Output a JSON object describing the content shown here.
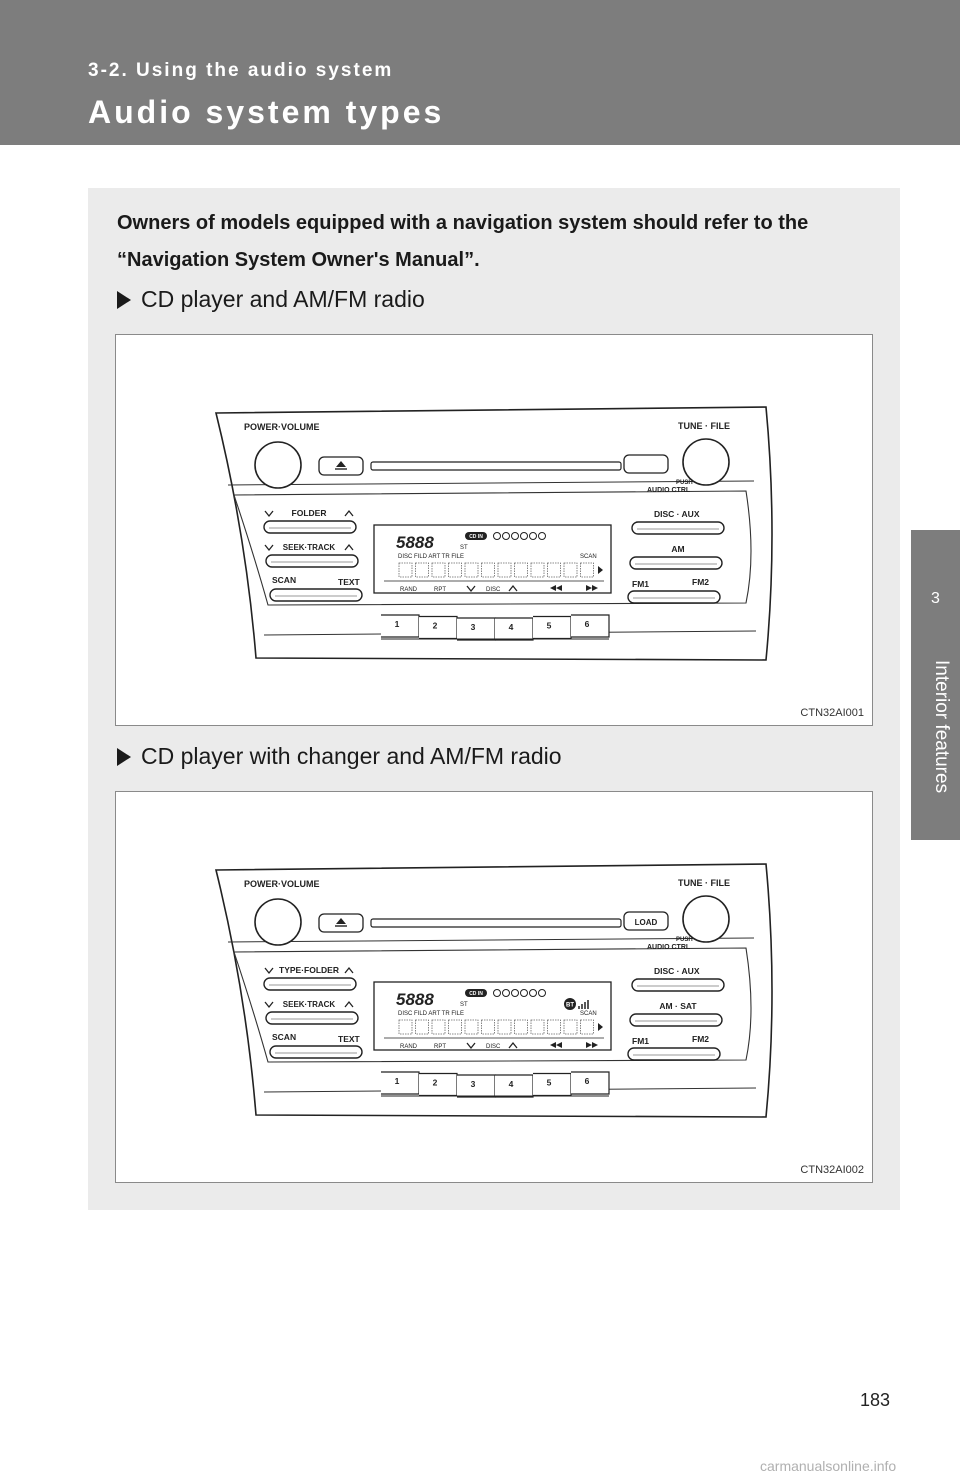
{
  "header": {
    "section_label": "3-2. Using the audio system",
    "page_title": "Audio system types"
  },
  "side_tab": {
    "number": "3",
    "label": "Interior features"
  },
  "intro": "Owners of models equipped with a navigation system should refer to the “Navigation System Owner's Manual”.",
  "items": [
    {
      "heading": "CD player and AM/FM radio",
      "figure_code": "CTN32AI001",
      "radio": {
        "power_volume": "POWER·VOLUME",
        "tune_file": "TUNE · FILE",
        "push_label": "PUSH",
        "audio_ctrl": "AUDIO CTRL",
        "slot_button": "",
        "folder": "FOLDER",
        "seek_track": "SEEK·TRACK",
        "scan": "SCAN",
        "text": "TEXT",
        "disc_aux": "DISC · AUX",
        "band": "AM",
        "fm1": "FM1",
        "fm2": "FM2",
        "display_number": "5888",
        "cd_in": "CD IN",
        "st": "ST",
        "disc_row": "DISC        FILD  ART   TR   FILE",
        "scan_ind": "SCAN",
        "rand": "RAND",
        "rpt": "RPT",
        "disc_small": "DISC",
        "presets": [
          "1",
          "2",
          "3",
          "4",
          "5",
          "6"
        ]
      }
    },
    {
      "heading": "CD player with changer and AM/FM radio",
      "figure_code": "CTN32AI002",
      "radio": {
        "power_volume": "POWER·VOLUME",
        "tune_file": "TUNE · FILE",
        "push_label": "PUSH",
        "audio_ctrl": "AUDIO CTRL",
        "slot_button": "LOAD",
        "folder": "TYPE·FOLDER",
        "seek_track": "SEEK·TRACK",
        "scan": "SCAN",
        "text": "TEXT",
        "disc_aux": "DISC · AUX",
        "band": "AM · SAT",
        "fm1": "FM1",
        "fm2": "FM2",
        "display_number": "5888",
        "cd_in": "CD IN",
        "st": "ST",
        "disc_row": "DISC        FILD  ART   TR   FILE",
        "scan_ind": "SCAN",
        "rand": "RAND",
        "rpt": "RPT",
        "disc_small": "DISC",
        "bt": "BT",
        "presets": [
          "1",
          "2",
          "3",
          "4",
          "5",
          "6"
        ]
      }
    }
  ],
  "page_number": "183",
  "watermark": "carmanualsonline.info"
}
